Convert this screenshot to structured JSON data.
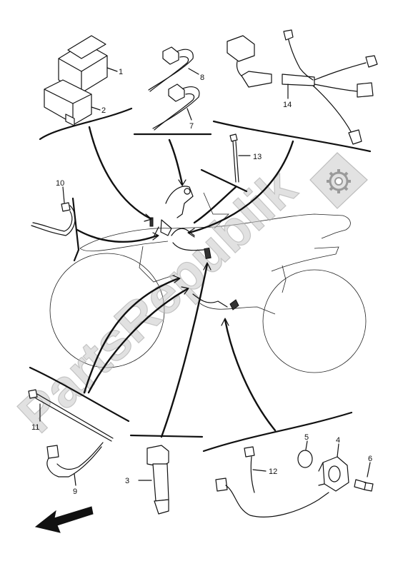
{
  "watermark": "PartsRepublik",
  "callouts": [
    "1",
    "2",
    "3",
    "4",
    "5",
    "6",
    "7",
    "8",
    "9",
    "10",
    "11",
    "12",
    "13",
    "14"
  ],
  "icons": {
    "gear": "gear-icon",
    "direction_arrow": "arrow-left-icon"
  }
}
